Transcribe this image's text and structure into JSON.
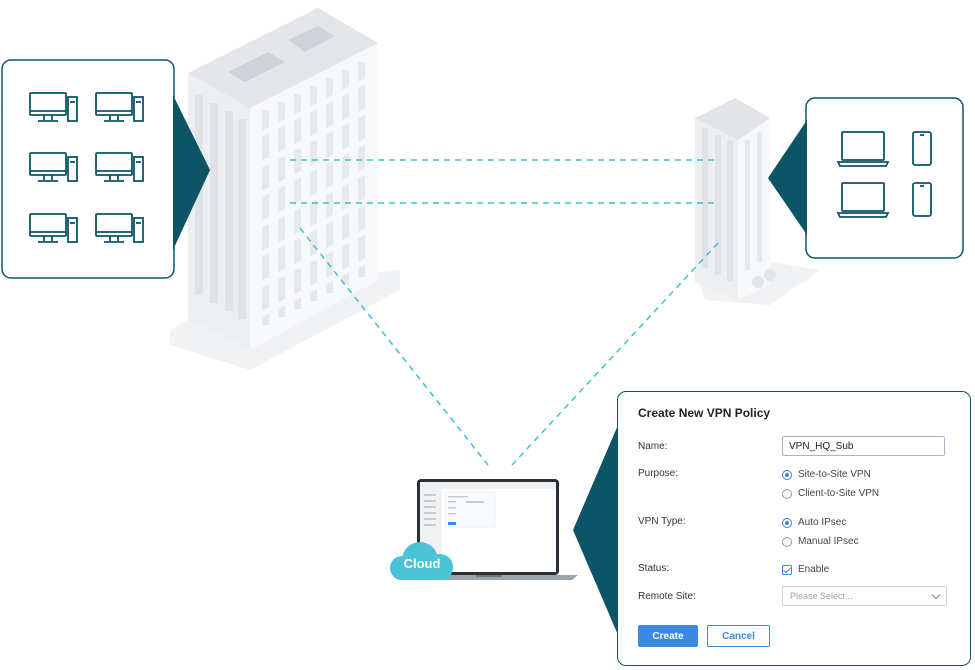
{
  "cloud": {
    "label": "Cloud"
  },
  "dialog": {
    "title": "Create New VPN Policy",
    "name_label": "Name:",
    "name_value": "VPN_HQ_Sub",
    "purpose_label": "Purpose:",
    "purpose_options": [
      "Site-to-Site VPN",
      "Client-to-Site VPN"
    ],
    "purpose_selected": "Site-to-Site VPN",
    "vpn_type_label": "VPN Type:",
    "vpn_type_options": [
      "Auto IPsec",
      "Manual IPsec"
    ],
    "vpn_type_selected": "Auto IPsec",
    "status_label": "Status:",
    "status_option": "Enable",
    "status_checked": true,
    "remote_site_label": "Remote Site:",
    "remote_site_placeholder": "Please Select...",
    "create_label": "Create",
    "cancel_label": "Cancel"
  },
  "colors": {
    "callout": "#0d5566",
    "dashed_link": "#3cc1d0",
    "cloud": "#4ac3d6",
    "accent_blue": "#3d8ae0"
  },
  "icons": {
    "hq_devices": [
      "desktop-icon",
      "desktop-icon",
      "desktop-icon",
      "desktop-icon",
      "desktop-icon",
      "desktop-icon"
    ],
    "branch_devices": [
      "laptop-icon",
      "phone-icon",
      "laptop-icon",
      "phone-icon"
    ]
  }
}
